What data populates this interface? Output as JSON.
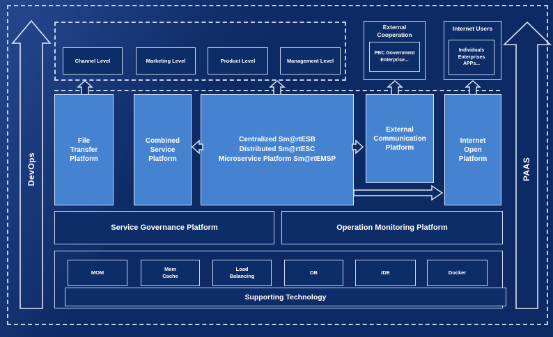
{
  "colors": {
    "background": "#0d2a64",
    "light_box_fill": "#4583d1",
    "dark_box_fill": "#0d2d68",
    "line_color": "#c7d7ef",
    "text_color": "#ffffff"
  },
  "rails": {
    "left_label": "DevOps",
    "right_label": "PAAS"
  },
  "levels": {
    "items": [
      {
        "label": "Channel Level"
      },
      {
        "label": "Marketing Level"
      },
      {
        "label": "Product Level"
      },
      {
        "label": "Management Level"
      }
    ]
  },
  "external_cooperation": {
    "title": "External Cooperation",
    "inner": "PBC Government Enterprise..."
  },
  "internet_users": {
    "title": "Internet Users",
    "inner": "Individuals Enterprises APPs..."
  },
  "platforms": {
    "file_transfer": "File Transfer Platform",
    "combined_service": "Combined Service Platform",
    "esb_lines": [
      "Centralized Sm@rtESB",
      "Distributed Sm@rtESC",
      "Microservice Platform Sm@rtEMSP"
    ],
    "external_communication": "External Communication Platform",
    "internet_open": "Internet Open Platform"
  },
  "governance": {
    "service": "Service Governance Platform",
    "monitoring": "Operation Monitoring Platform"
  },
  "technology": {
    "items": [
      {
        "label": "MOM"
      },
      {
        "label": "Mem Cache"
      },
      {
        "label": "Load Balancing"
      },
      {
        "label": "DB"
      },
      {
        "label": "IDE"
      },
      {
        "label": "Docker"
      }
    ],
    "supporting": "Supporting Technology"
  }
}
